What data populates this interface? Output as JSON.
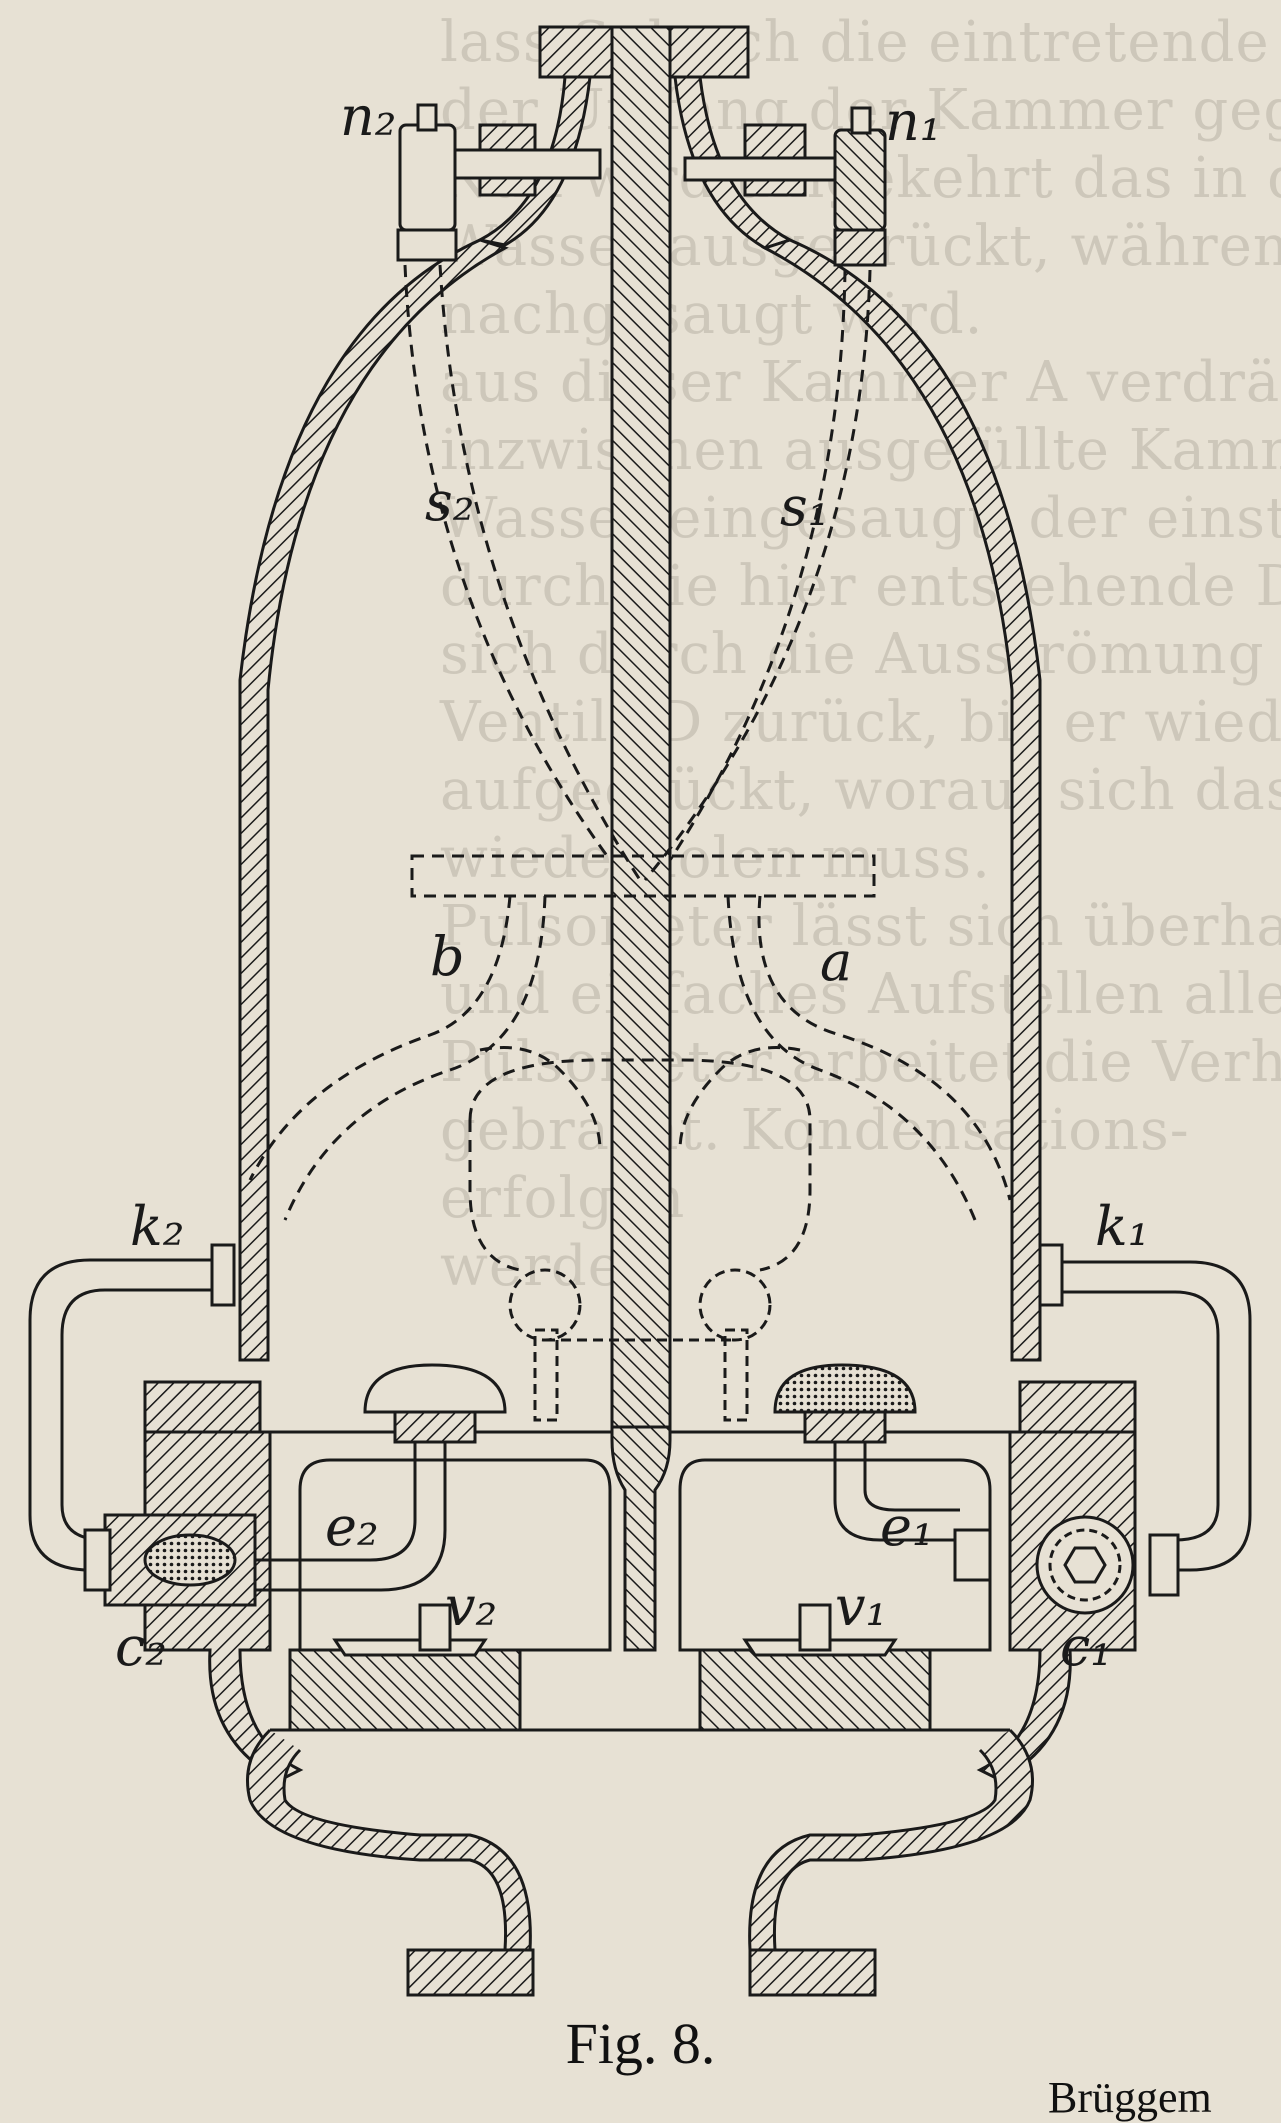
{
  "background_text": [
    "lass S durch die eintretende Wasser-",
    "der Umfang der Kammer gegen den",
    "Nun wird umgekehrt das in die",
    "Wasser ausgedrückt, während in",
    "nachgesaugt wird.",
    "aus dieser Kammer A verdrängt, so",
    "inzwischen ausgefüllte Kammer A",
    "Wasser eingesaugt, der einströmende",
    "durch die hier entstehende Druck-",
    "sich durch die Ausströmung T gegen",
    "Ventils D zurück, bis er wieder",
    "aufgedrückt, worauf sich dasselbe",
    "wiederholen muss.",
    "Pulsometer lässt sich überhaupt ein",
    "und einfaches Aufstellen aller Theile",
    "Pulsometer arbeitet die Verhältnisse",
    "gebracht. Kondensations-",
    "erfolgen",
    "werden."
  ],
  "labels": {
    "n2": "n₂",
    "n1": "n₁",
    "s2": "s₂",
    "s1": "s₁",
    "b": "b",
    "a": "a",
    "k2": "k₂",
    "k1": "k₁",
    "e2": "e₂",
    "e1": "e₁",
    "c2": "c₂",
    "c1": "c₁",
    "v2": "v₂",
    "v1": "v₁"
  },
  "caption": "Fig. 8.",
  "footer": "Brüggem"
}
